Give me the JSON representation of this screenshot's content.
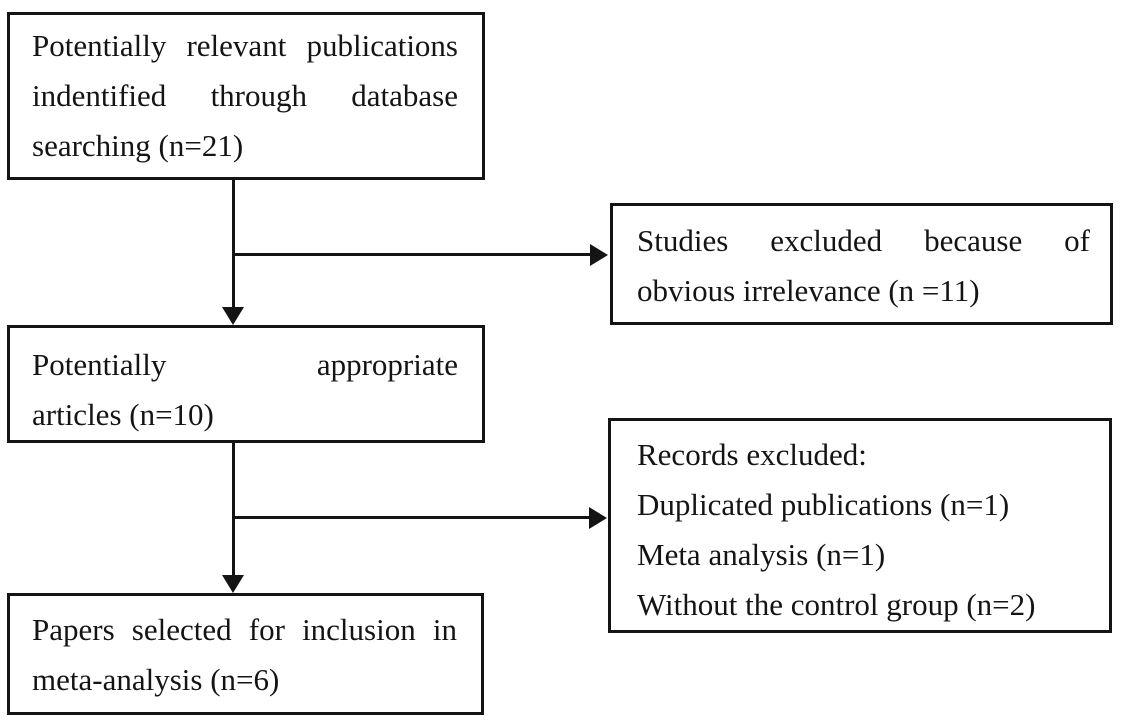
{
  "diagram": {
    "type": "flowchart",
    "background_color": "#ffffff",
    "line_color": "#141414",
    "text_color": "#141414",
    "boxes": {
      "identified": {
        "lines": [
          "Potentially relevant publications",
          "indentified through database",
          "searching (n=21)"
        ]
      },
      "excluded_irrelevance": {
        "lines": [
          "Studies excluded because of",
          "obvious irrelevance (n =11)"
        ]
      },
      "appropriate": {
        "lines": [
          "Potentially appropriate",
          "articles (n=10)"
        ]
      },
      "records_excluded": {
        "lines": [
          "Records excluded:",
          "Duplicated publications (n=1)",
          "Meta analysis (n=1)",
          "Without the control group (n=2)"
        ]
      },
      "included": {
        "lines": [
          "Papers selected for inclusion in",
          "meta-analysis (n=6)"
        ]
      }
    },
    "connectors": [
      "identified -> appropriate (down arrow)",
      "identified branch -> excluded_irrelevance (right arrow)",
      "appropriate -> included (down arrow)",
      "appropriate branch -> records_excluded (right arrow)"
    ]
  }
}
